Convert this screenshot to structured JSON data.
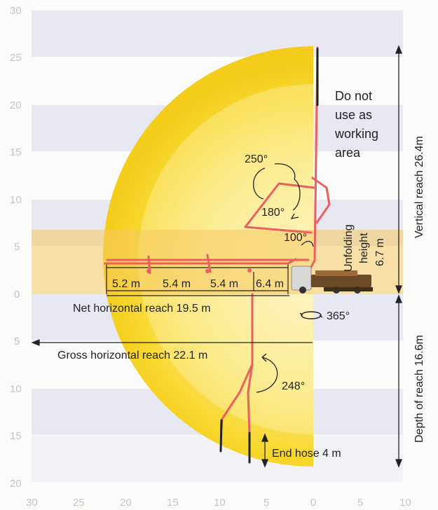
{
  "axis": {
    "y_ticks": [
      "30",
      "25",
      "20",
      "15",
      "10",
      "5",
      "0",
      "5",
      "10",
      "15",
      "20"
    ],
    "x_ticks": [
      "30",
      "25",
      "20",
      "15",
      "10",
      "5",
      "0",
      "5",
      "10"
    ]
  },
  "labels": {
    "no_work_line1": "Do not",
    "no_work_line2": "use as",
    "no_work_line3": "working",
    "no_work_line4": "area",
    "angle_250": "250°",
    "angle_180": "180°",
    "angle_100": "100°",
    "angle_365": "365°",
    "angle_248": "248°",
    "unfold_line1": "Unfolding",
    "unfold_line2": "height",
    "unfold_line3": "6.7 m",
    "seg1": "5.2 m",
    "seg2": "5.4 m",
    "seg3": "5.4 m",
    "seg4": "6.4 m",
    "net_reach": "Net horizontal reach 19.5 m",
    "gross_reach": "Gross horizontal reach 22.1 m",
    "vertical_reach": "Vertical reach 26.4m",
    "depth_reach": "Depth of reach 16.6m",
    "end_hose": "End hose 4 m"
  },
  "colors": {
    "band": "#e7e7f1",
    "zone_outer": "#f7d623",
    "zone_inner": "#fdf3b5",
    "unfold_band": "#f6c860",
    "boom": "#e9605f",
    "truck": "#6b4a2a"
  }
}
